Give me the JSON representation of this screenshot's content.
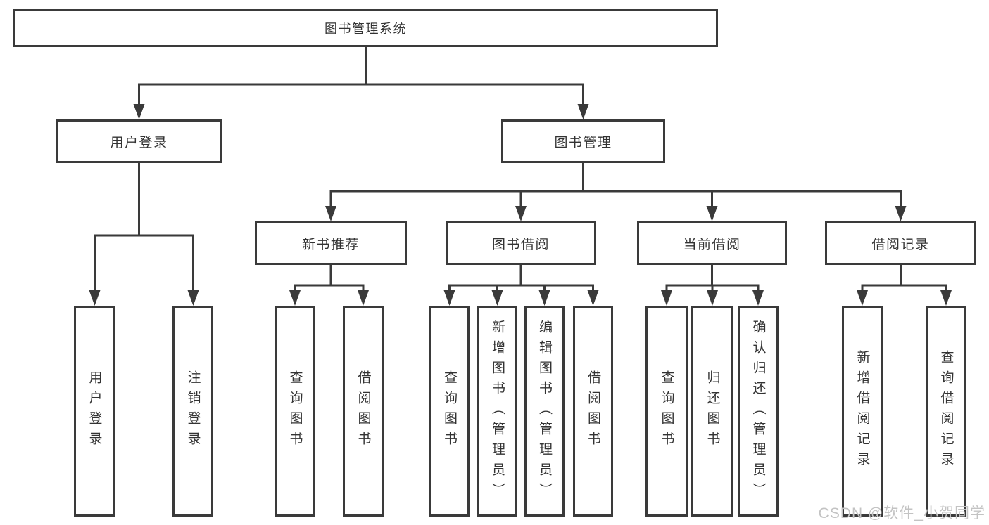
{
  "diagram": {
    "title": "图书管理系统",
    "level2": [
      {
        "label": "用户登录"
      },
      {
        "label": "图书管理"
      }
    ],
    "level3": [
      {
        "label": "新书推荐",
        "parent": "图书管理"
      },
      {
        "label": "图书借阅",
        "parent": "图书管理"
      },
      {
        "label": "当前借阅",
        "parent": "图书管理"
      },
      {
        "label": "借阅记录",
        "parent": "图书管理"
      }
    ],
    "leaves": [
      {
        "label": "用户登录",
        "parent": "用户登录"
      },
      {
        "label": "注销登录",
        "parent": "用户登录"
      },
      {
        "label": "查询图书",
        "parent": "新书推荐"
      },
      {
        "label": "借阅图书",
        "parent": "新书推荐"
      },
      {
        "label": "查询图书",
        "parent": "图书借阅"
      },
      {
        "label": "新增图书（管理员）",
        "parent": "图书借阅"
      },
      {
        "label": "编辑图书（管理员）",
        "parent": "图书借阅"
      },
      {
        "label": "借阅图书",
        "parent": "图书借阅"
      },
      {
        "label": "查询图书",
        "parent": "当前借阅"
      },
      {
        "label": "归还图书",
        "parent": "当前借阅"
      },
      {
        "label": "确认归还（管理员）",
        "parent": "当前借阅"
      },
      {
        "label": "新增借阅记录",
        "parent": "借阅记录"
      },
      {
        "label": "查询借阅记录",
        "parent": "借阅记录"
      }
    ]
  },
  "watermark": "CSDN @软件_小贺同学",
  "colors": {
    "line": "#3a3a3a",
    "text": "#333333",
    "watermark": "#c3c3c3",
    "background": "#ffffff"
  }
}
